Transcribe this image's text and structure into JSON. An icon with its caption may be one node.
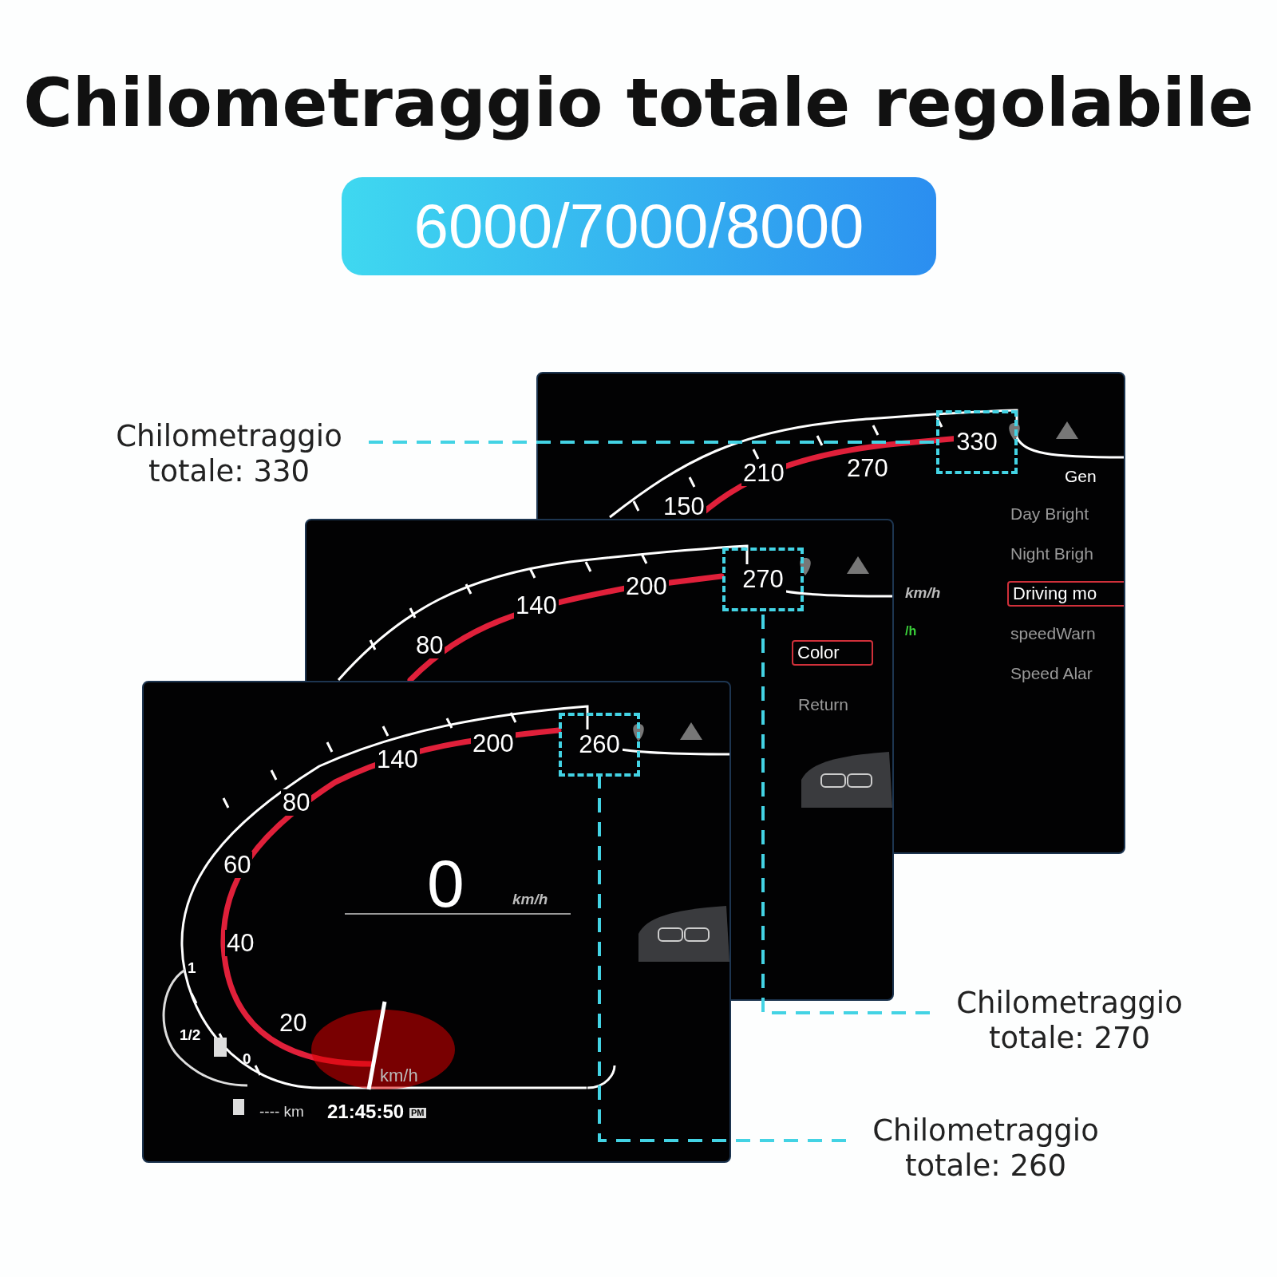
{
  "diagram": {
    "title": "Chilometraggio totale regolabile",
    "nodes": [
      {
        "text": [
          "6000/7000/8000"
        ]
      },
      {
        "text": [
          "Chilometraggio totale: 330"
        ]
      },
      {
        "text": [
          "330"
        ]
      },
      {
        "text": [
          "Chilometraggio totale: 270"
        ]
      },
      {
        "text": [
          "270"
        ]
      },
      {
        "text": [
          "Chilometraggio totale: 260"
        ]
      },
      {
        "text": [
          "260"
        ]
      }
    ],
    "edges": [
      {
        "from": 1,
        "to": 2,
        "arrow": "none",
        "style": "dashed"
      },
      {
        "from": 3,
        "to": 4,
        "arrow": "none",
        "style": "dashed"
      },
      {
        "from": 5,
        "to": 6,
        "arrow": "none",
        "style": "dashed"
      }
    ],
    "labels": [
      "210",
      "270",
      "Gen",
      "150",
      "Day Bright",
      "Night Brigh",
      "km/h",
      "Driving mo",
      "/h",
      "speedWarn",
      "Speed Alar",
      "140",
      "200",
      "80",
      "Color",
      "Return",
      "140",
      "200",
      "80",
      "60",
      "0",
      "km/h",
      "40",
      "1",
      "20",
      "1/2",
      "0",
      "km/h",
      "---- km",
      "21:45:50",
      "PM"
    ]
  }
}
